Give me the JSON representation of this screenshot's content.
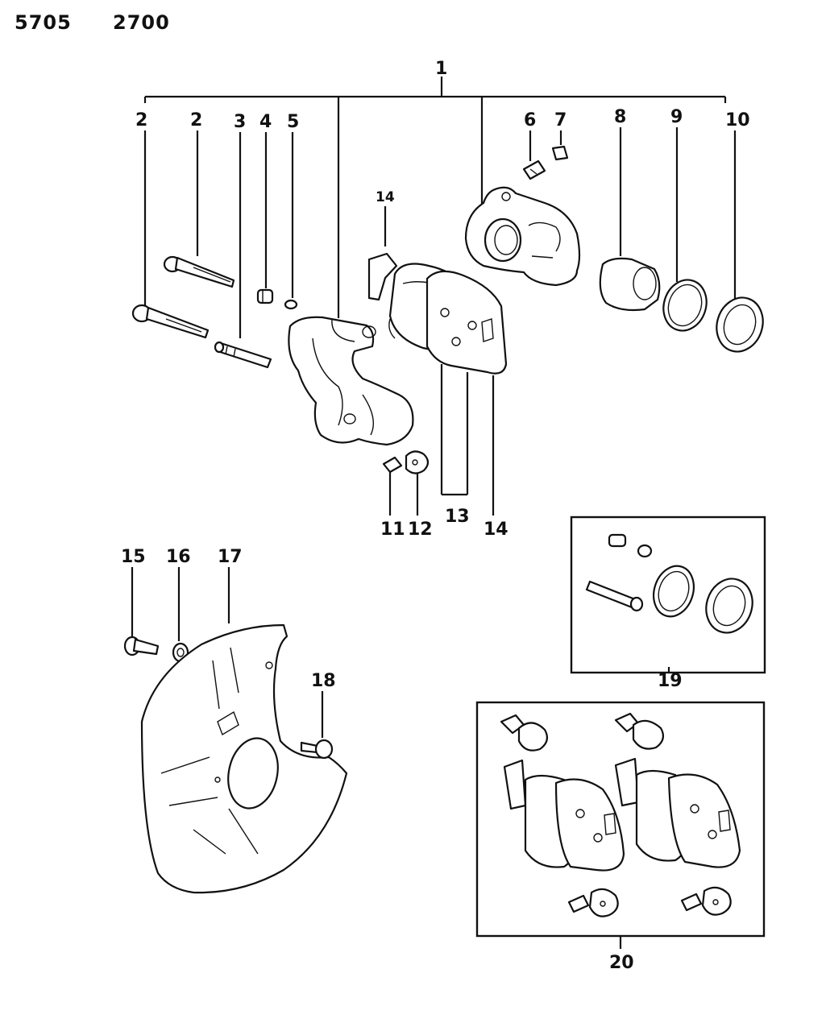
{
  "header": {
    "code_left": "5705",
    "code_right": "2700"
  },
  "callouts": {
    "c1": "1",
    "c2a": "2",
    "c2b": "2",
    "c3": "3",
    "c4": "4",
    "c5": "5",
    "c6": "6",
    "c7": "7",
    "c8": "8",
    "c9": "9",
    "c10": "10",
    "c11": "11",
    "c12": "12",
    "c13": "13",
    "c14a": "14",
    "c14b": "14",
    "c15": "15",
    "c16": "16",
    "c17": "17",
    "c18": "18",
    "c19": "19",
    "c20": "20"
  }
}
